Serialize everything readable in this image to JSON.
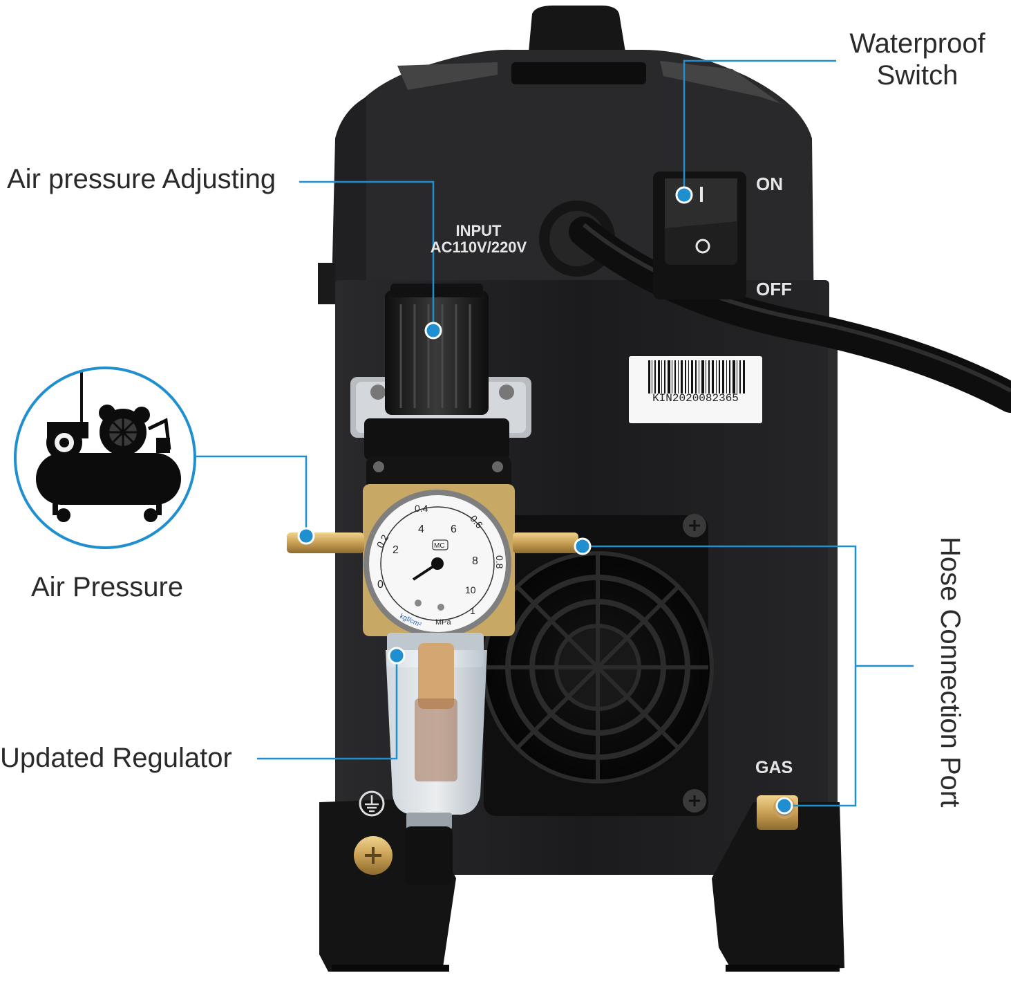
{
  "callouts": {
    "air_pressure_adjusting": "Air pressure Adjusting",
    "air_pressure": "Air Pressure",
    "updated_regulator": "Updated Regulator",
    "waterproof_switch": "Waterproof Switch",
    "hose_connection_port": "Hose Connection Port"
  },
  "device": {
    "input_line1": "INPUT",
    "input_line2": "AC110V/220V",
    "switch_on": "ON",
    "switch_off": "OFF",
    "gas_label": "GAS",
    "serial": "KIN2020082365"
  },
  "gauge": {
    "kgf_ticks": [
      "0",
      "2",
      "4",
      "6",
      "8",
      "10"
    ],
    "mpa_ticks": [
      "0.2",
      "0.4",
      "0.6",
      "0.8",
      "1"
    ],
    "brand": "MC",
    "unit_kgf": "kgf/cm²",
    "unit_mpa": "MPa"
  },
  "colors": {
    "accent": "#1f8fcf",
    "body": "#1b1b1d",
    "brass": "#c9a055"
  }
}
